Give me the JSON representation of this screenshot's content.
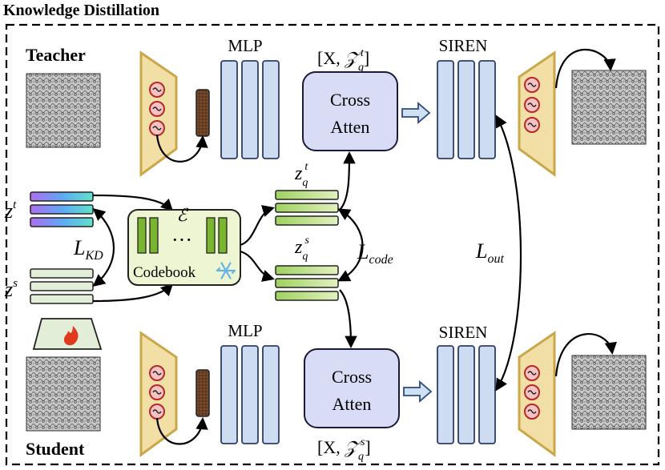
{
  "title": "Knowledge Distillation",
  "teacher_label": "Teacher",
  "student_label": "Student",
  "mlp_label_top": "MLP",
  "mlp_label_bottom": "MLP",
  "siren_label_top": "SIREN",
  "siren_label_bottom": "SIREN",
  "cross_atten_top": {
    "line1": "Cross",
    "line2": "Atten"
  },
  "cross_atten_bottom": {
    "line1": "Cross",
    "line2": "Atten"
  },
  "codebook": {
    "label": "Codebook",
    "symbol": "ℰ",
    "dots": "···"
  },
  "math": {
    "input_top": {
      "open": "[X, ",
      "z": "𝒵",
      "sub": "q",
      "sup": "t",
      "close": "]"
    },
    "input_bottom": {
      "open": "[X, ",
      "z": "𝒵",
      "sub": "q",
      "sup": "s",
      "close": "]"
    },
    "zt": {
      "base": "z",
      "sup": "t"
    },
    "zs": {
      "base": "z",
      "sup": "s"
    },
    "zqt": {
      "base": "z",
      "sub": "q",
      "sup": "t"
    },
    "zqs": {
      "base": "z",
      "sub": "q",
      "sup": "s"
    },
    "lkd": {
      "base": "L",
      "sub": "KD"
    },
    "lcode": {
      "base": "L",
      "sub": "code"
    },
    "lout": {
      "base": "L",
      "sub": "out"
    }
  },
  "colors": {
    "trapezoid": "#f2dfa6",
    "trapezoid_stroke": "#c9a84a",
    "mlp_bar": "#cddcf0",
    "bar_stroke": "#2c3e66",
    "cross_box": "#d8dcf5",
    "codebook_box": "#eef5d2",
    "code_bar": "#7ab52f",
    "latent_green": "#c8e29c",
    "latent_student": "#e3eed8",
    "fire": "#e03a1e",
    "snow": "#66b3e6",
    "brown": "#6b4226"
  },
  "icons": [
    "sine-icon",
    "fire-icon",
    "snowflake-icon",
    "hollow-arrow-icon"
  ]
}
